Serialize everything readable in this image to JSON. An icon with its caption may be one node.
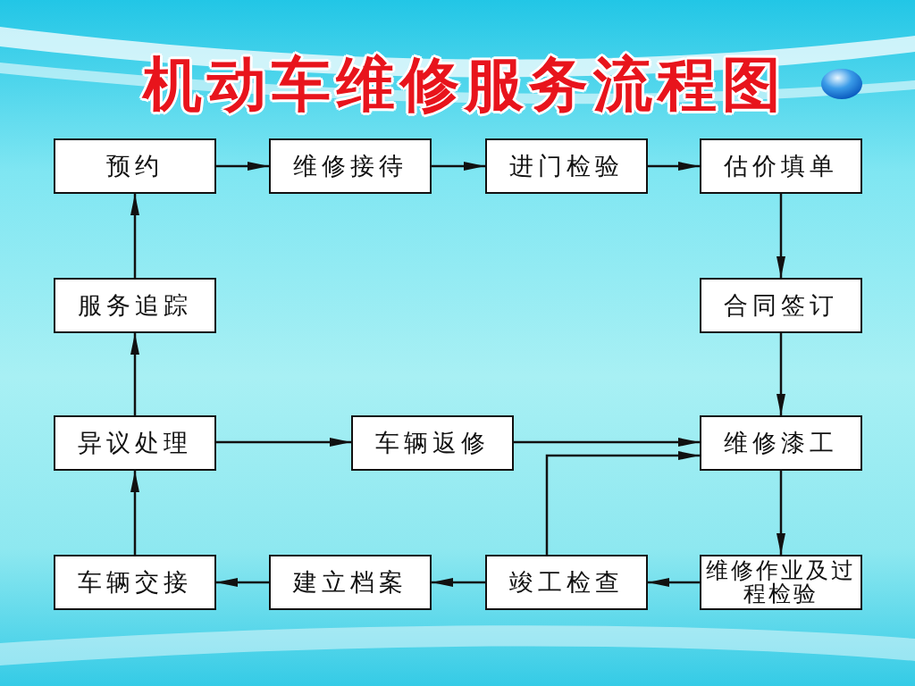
{
  "diagram": {
    "title": "机动车维修服务流程图",
    "nodes": [
      {
        "text": [
          "预约"
        ]
      },
      {
        "text": [
          "维修接待"
        ]
      },
      {
        "text": [
          "进门检验"
        ]
      },
      {
        "text": [
          "估价填单"
        ]
      },
      {
        "text": [
          "合同签订"
        ]
      },
      {
        "text": [
          "维修漆工"
        ]
      },
      {
        "text": [
          "维修作业及过程检验"
        ]
      },
      {
        "text": [
          "竣工检查"
        ]
      },
      {
        "text": [
          "建立档案"
        ]
      },
      {
        "text": [
          "车辆交接"
        ]
      },
      {
        "text": [
          "异议处理"
        ]
      },
      {
        "text": [
          "服务追踪"
        ]
      },
      {
        "text": [
          "车辆返修"
        ]
      }
    ],
    "edges": [
      {
        "from": 0,
        "to": 1,
        "arrow": "to"
      },
      {
        "from": 1,
        "to": 2,
        "arrow": "to"
      },
      {
        "from": 2,
        "to": 3,
        "arrow": "to"
      },
      {
        "from": 3,
        "to": 4,
        "arrow": "to"
      },
      {
        "from": 4,
        "to": 5,
        "arrow": "to"
      },
      {
        "from": 5,
        "to": 6,
        "arrow": "to"
      },
      {
        "from": 6,
        "to": 7,
        "arrow": "to"
      },
      {
        "from": 7,
        "to": 8,
        "arrow": "to"
      },
      {
        "from": 8,
        "to": 9,
        "arrow": "to"
      },
      {
        "from": 9,
        "to": 10,
        "arrow": "to"
      },
      {
        "from": 10,
        "to": 11,
        "arrow": "to"
      },
      {
        "from": 11,
        "to": 0,
        "arrow": "to"
      },
      {
        "from": 10,
        "to": 12,
        "arrow": "to"
      },
      {
        "from": 12,
        "to": 5,
        "arrow": "to"
      },
      {
        "from": 7,
        "to": 5,
        "arrow": "to"
      }
    ]
  }
}
